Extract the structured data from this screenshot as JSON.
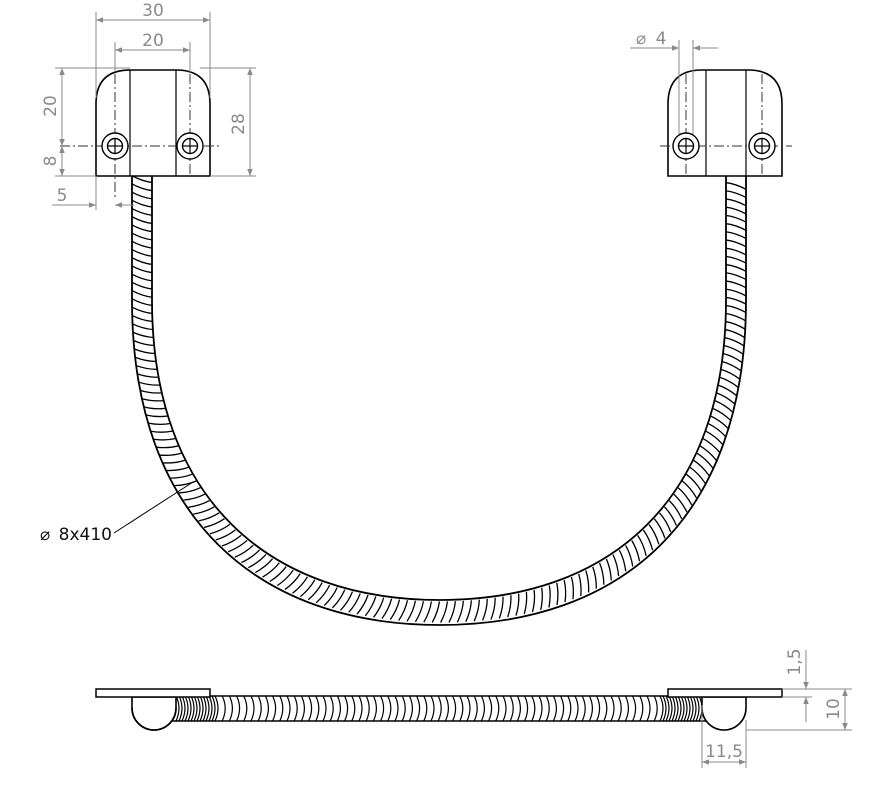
{
  "dimensions": {
    "mount_width": "30",
    "hole_spacing": "20",
    "top_offset": "20",
    "hole_offset": "8",
    "mount_height": "28",
    "edge_offset": "5",
    "hole_diameter": "4",
    "hose_callout": "8x410",
    "flange_thickness": "1,5",
    "side_height": "10",
    "side_width": "11,5"
  },
  "symbols": {
    "diameter": "⌀"
  }
}
